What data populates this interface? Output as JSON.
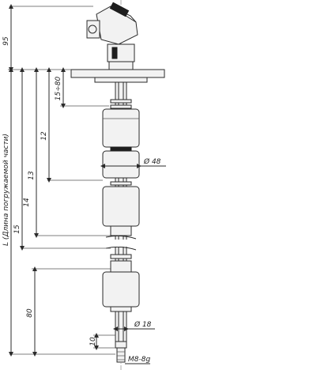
{
  "labels": {
    "d95": "95",
    "dL": "L (Длина погружаемой части)",
    "d15_80": "15÷80",
    "d12": "12",
    "d13": "13",
    "d14": "14",
    "d15": "15",
    "d80": "80",
    "d10": "10",
    "phi48": "Ø 48",
    "phi18": "Ø 18",
    "m8": "M8-8g"
  }
}
